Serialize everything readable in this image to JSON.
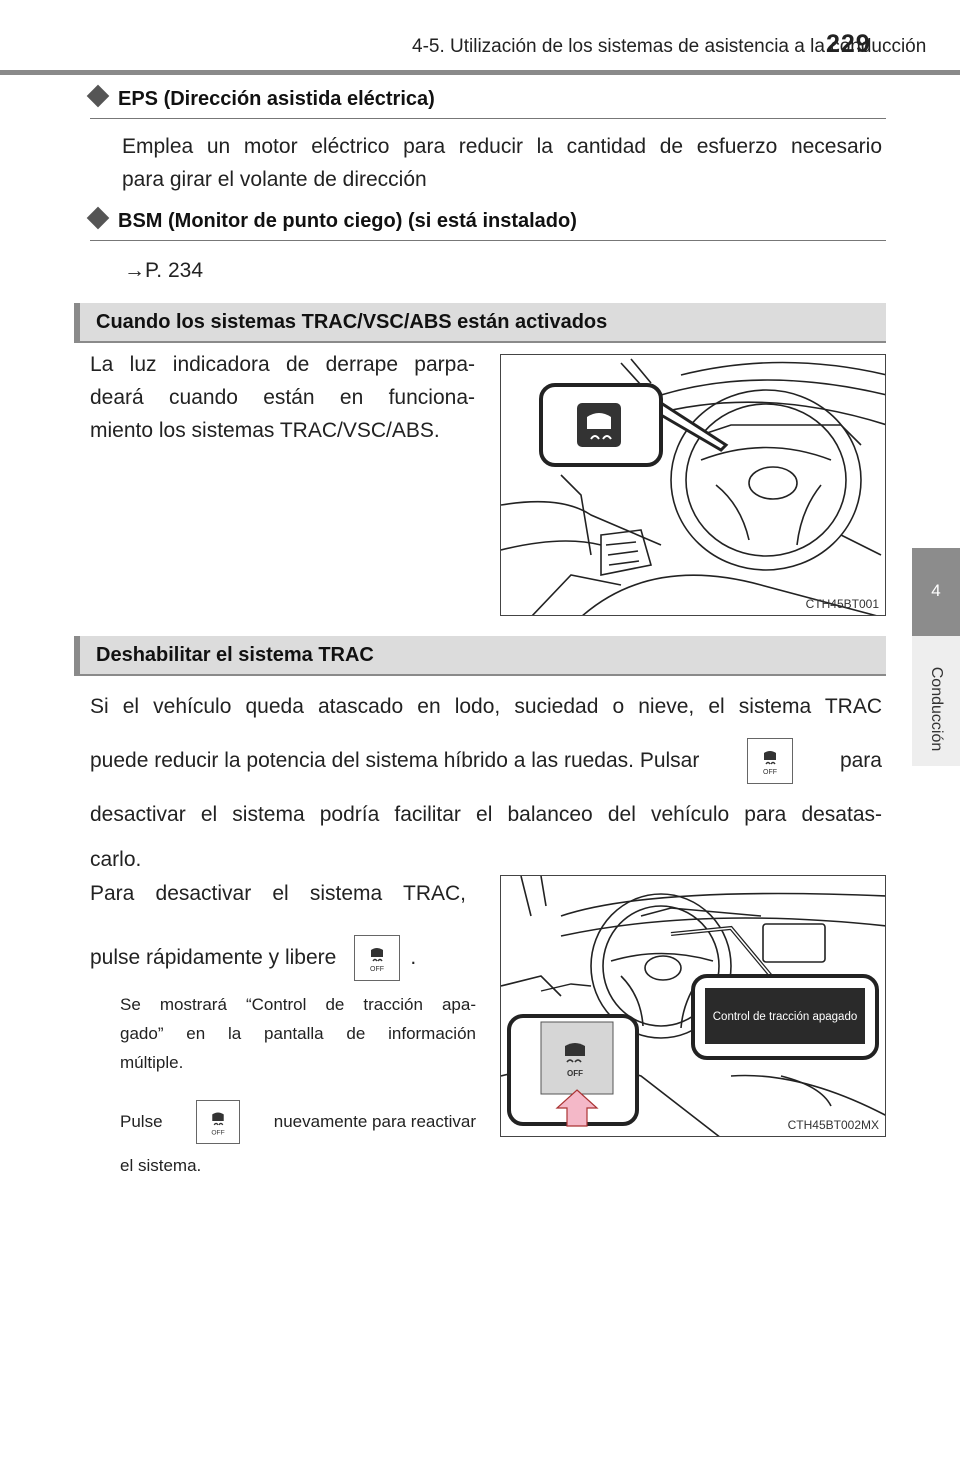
{
  "header": {
    "section": "4-5. Utilización de los sistemas de asistencia a la conducción",
    "page": "229"
  },
  "side_tab": {
    "number": "4",
    "label": "Conducción"
  },
  "eps": {
    "title": "EPS (Dirección asistida eléctrica)",
    "body_line1": "Emplea un motor eléctrico para reducir la cantidad de esfuerzo necesario",
    "body_line2": "para girar el volante de dirección"
  },
  "bsm": {
    "title": "BSM (Monitor de punto ciego) (si está instalado)",
    "ref": "→P. 234"
  },
  "trac_active": {
    "heading": "Cuando los sistemas TRAC/VSC/ABS están activados",
    "line1": "La luz indicadora de derrape parpa-",
    "line2": "deará cuando están en funciona-",
    "line3": "miento los sistemas TRAC/VSC/ABS.",
    "figure_code": "CTH45BT001"
  },
  "trac_disable": {
    "heading": "Deshabilitar el sistema TRAC",
    "p1_line1": "Si el vehículo queda atascado en lodo, suciedad o nieve, el sistema TRAC",
    "p1_line2a": "puede reducir la potencia del sistema híbrido a las ruedas. Pulsar",
    "p1_line2b": "para",
    "p1_line3": "desactivar el sistema podría facilitar el balanceo del vehículo para desatas-",
    "p1_line4": "carlo.",
    "p2_line1": "Para desactivar el sistema TRAC,",
    "p2_line2a": "pulse rápidamente y libere",
    "p2_line2b": ".",
    "note_line1": "Se mostrará “Control de tracción apa-",
    "note_line2": "gado” en la pantalla de información",
    "note_line3": "múltiple.",
    "note2_a": "Pulse",
    "note2_b": "nuevamente para reactivar",
    "note2_line2": "el sistema.",
    "display_text": "Control de tracción apagado",
    "button_off": "OFF",
    "figure_code": "CTH45BT002MX"
  }
}
